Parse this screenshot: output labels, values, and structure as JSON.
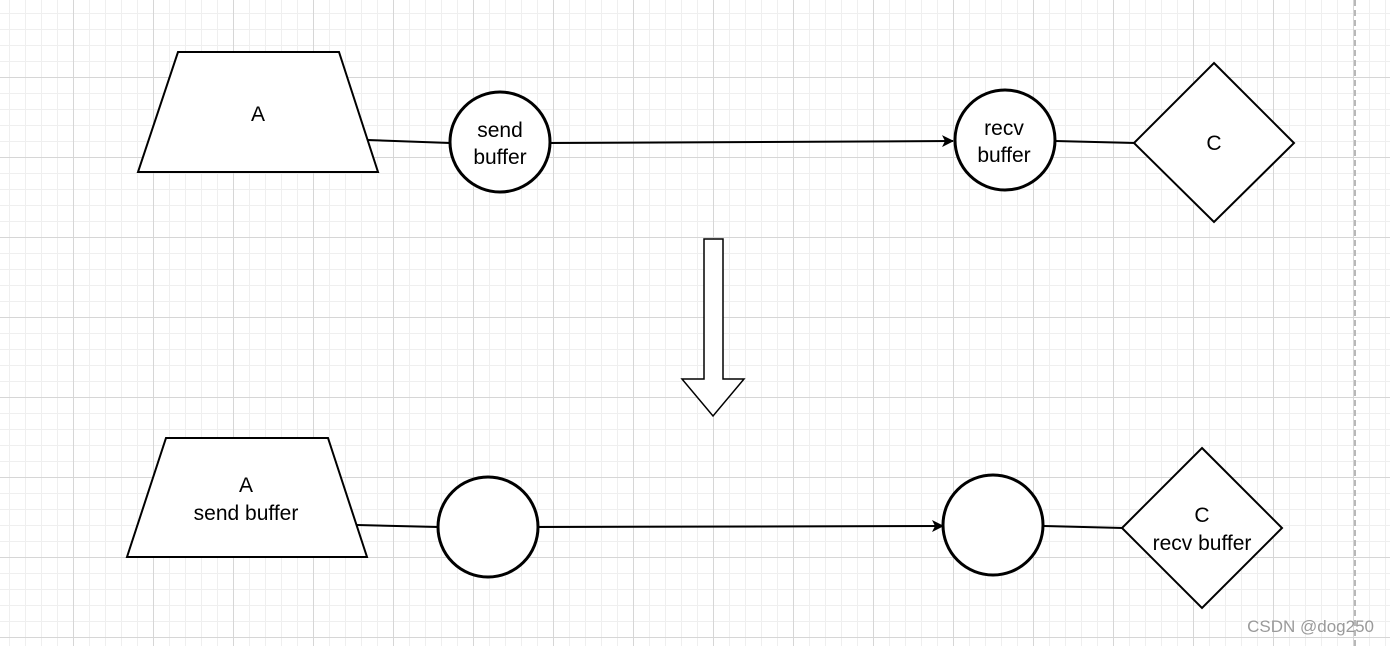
{
  "diagram": {
    "top_flow": {
      "source_label": "A",
      "send_buffer_lines": [
        "send",
        "buffer"
      ],
      "recv_buffer_lines": [
        "recv",
        "buffer"
      ],
      "destination_label": "C"
    },
    "bottom_flow": {
      "source_lines": [
        "A",
        "send buffer"
      ],
      "destination_lines": [
        "C",
        "recv buffer"
      ]
    }
  },
  "watermark": "CSDN @dog250",
  "colors": {
    "stroke": "#000000",
    "fill": "#ffffff",
    "grid_major": "#d6d6d6",
    "grid_minor": "#efefef",
    "watermark": "#9a9a9a"
  }
}
